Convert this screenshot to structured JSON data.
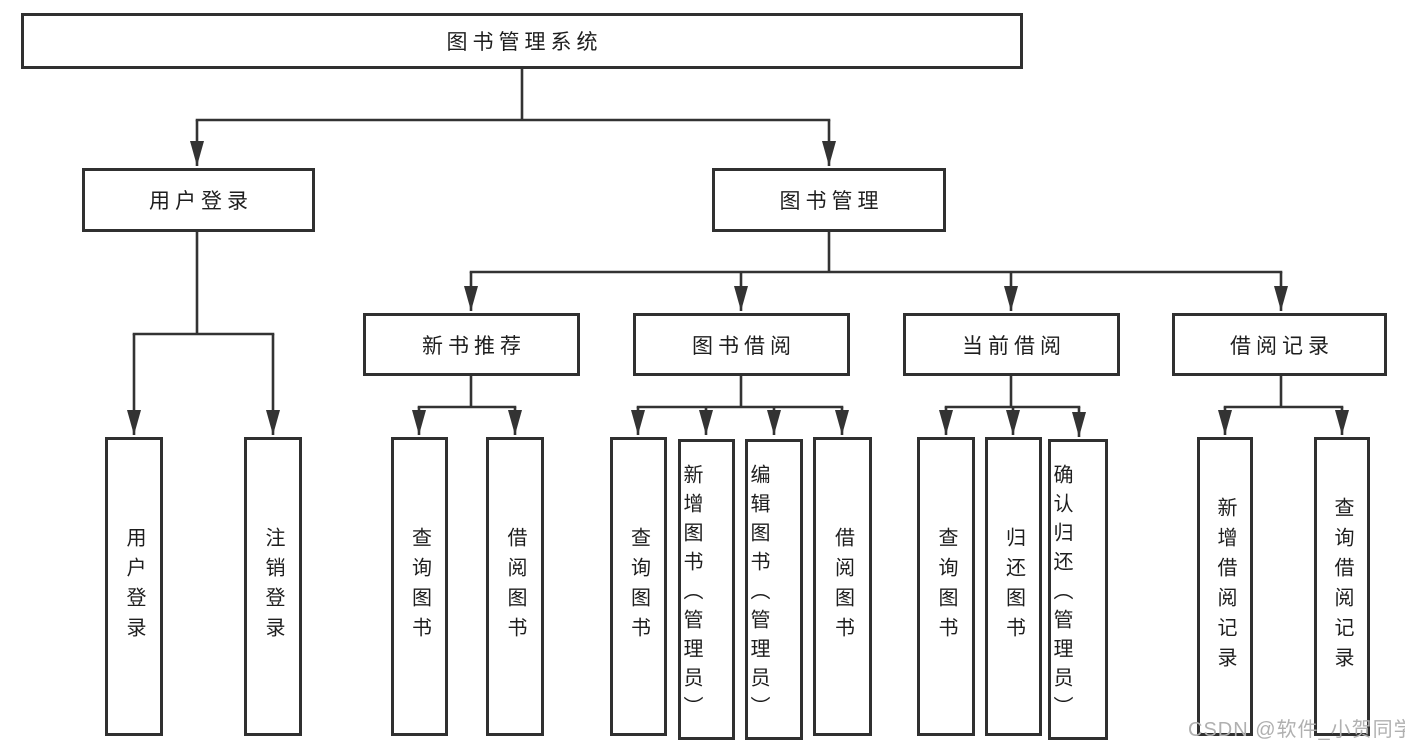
{
  "tree": {
    "root": {
      "label": "图书管理系统"
    },
    "branches": [
      {
        "label": "用户登录",
        "children": [
          {
            "label": "用户登录"
          },
          {
            "label": "注销登录"
          }
        ]
      },
      {
        "label": "图书管理",
        "children": [
          {
            "label": "新书推荐",
            "children": [
              {
                "label": "查询图书"
              },
              {
                "label": "借阅图书"
              }
            ]
          },
          {
            "label": "图书借阅",
            "children": [
              {
                "label": "查询图书"
              },
              {
                "label": "新增图书（管理员）"
              },
              {
                "label": "编辑图书（管理员）"
              },
              {
                "label": "借阅图书"
              }
            ]
          },
          {
            "label": "当前借阅",
            "children": [
              {
                "label": "查询图书"
              },
              {
                "label": "归还图书"
              },
              {
                "label": "确认归还（管理员）"
              }
            ]
          },
          {
            "label": "借阅记录",
            "children": [
              {
                "label": "新增借阅记录"
              },
              {
                "label": "查询借阅记录"
              }
            ]
          }
        ]
      }
    ]
  },
  "watermark": "CSDN @软件_小贺同学",
  "colors": {
    "line": "#333333",
    "box_border": "#303030",
    "text": "#1e1e1e",
    "watermark": "#b0b0b0"
  }
}
